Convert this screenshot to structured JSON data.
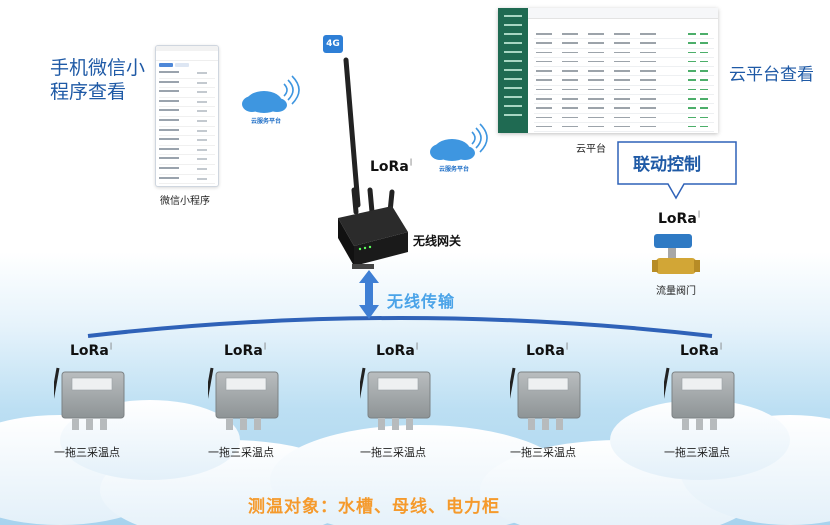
{
  "left_title": "手机微信小程序查看",
  "right_title": "云平台查看",
  "phone_caption": "微信小程序",
  "cloud_label_left": "云服务平台",
  "cloud_label_center": "云服务平台",
  "badge": "4G",
  "lora_text": "LoRa",
  "gateway_label": "无线网关",
  "platform_caption": "云平台",
  "callout": "联动控制",
  "valve_label": "流量阀门",
  "wireless": "无线传输",
  "nodes": [
    "一拖三采温点",
    "一拖三采温点",
    "一拖三采温点",
    "一拖三采温点",
    "一拖三采温点"
  ],
  "footer": "测温对象：水槽、母线、电力柜",
  "colors": {
    "title_blue": "#1f5aa6",
    "accent_orange": "#f59a2c",
    "wireless_blue": "#4aa3e8",
    "platform_sidebar": "#1f6a52"
  }
}
